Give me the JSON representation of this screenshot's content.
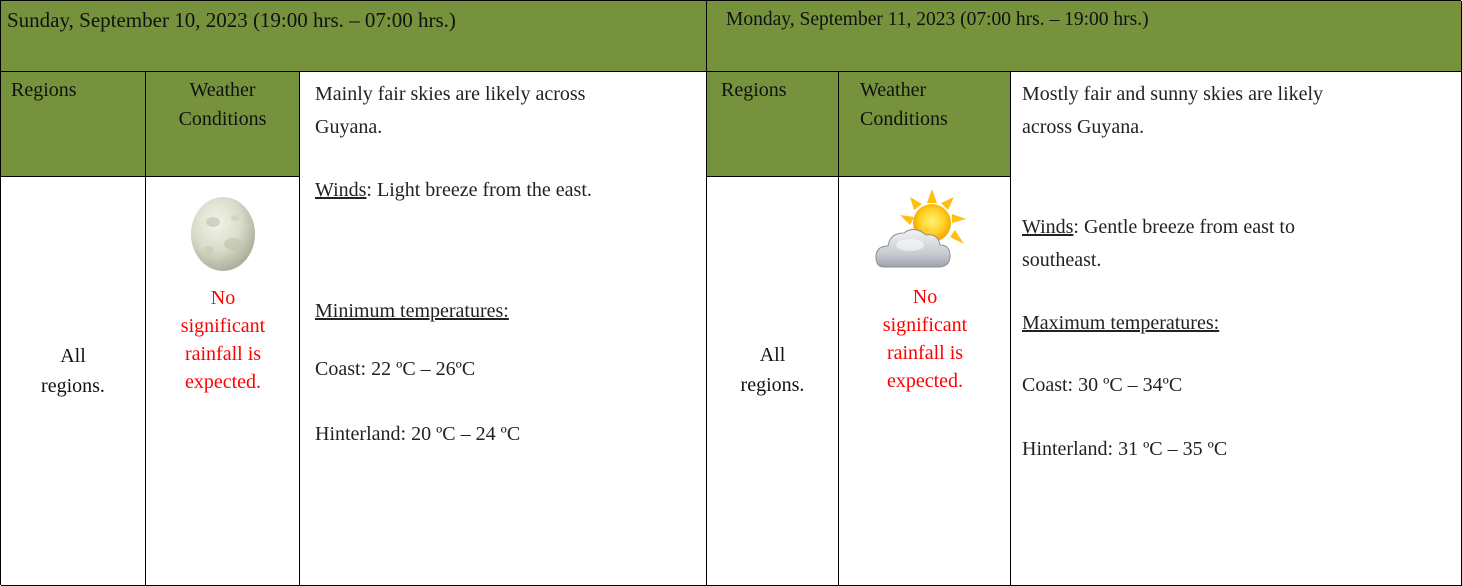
{
  "sunday": {
    "title": "Sunday, September 10, 2023 (19:00 hrs. – 07:00 hrs.)",
    "col_regions": "Regions",
    "col_weather_1": "Weather",
    "col_weather_2": "Conditions",
    "summary_1": "Mainly fair skies are likely across",
    "summary_2": "Guyana.",
    "winds_label": "Winds",
    "winds_text": ": Light breeze from the east.",
    "temp_heading": "Minimum temperatures:",
    "coast": "Coast: 22 ºC – 26ºC",
    "hinterland": "Hinterland: 20 ºC – 24 ºC",
    "region_1": "All",
    "region_2": "regions.",
    "rain_1": "No",
    "rain_2": "significant",
    "rain_3": "rainfall is",
    "rain_4": "expected.",
    "icon": "full-moon-icon"
  },
  "monday": {
    "title": "Monday, September 11, 2023 (07:00 hrs. – 19:00 hrs.)",
    "col_regions": "Regions",
    "col_weather_1": "Weather",
    "col_weather_2": "Conditions",
    "summary_1": "Mostly fair and sunny skies are likely",
    "summary_2": "across Guyana.",
    "winds_label": "Winds",
    "winds_text_1": ": Gentle breeze from east to",
    "winds_text_2": "southeast.",
    "temp_heading": "Maximum temperatures:",
    "coast": "Coast: 30 ºC – 34ºC",
    "hinterland": "Hinterland: 31 ºC – 35 ºC",
    "region_1": "All",
    "region_2": "regions.",
    "rain_1": "No",
    "rain_2": "significant",
    "rain_3": "rainfall is",
    "rain_4": "expected.",
    "icon": "sun-behind-cloud-icon"
  },
  "colors": {
    "header_green": "#76923c",
    "rain_red": "#ff0000"
  }
}
